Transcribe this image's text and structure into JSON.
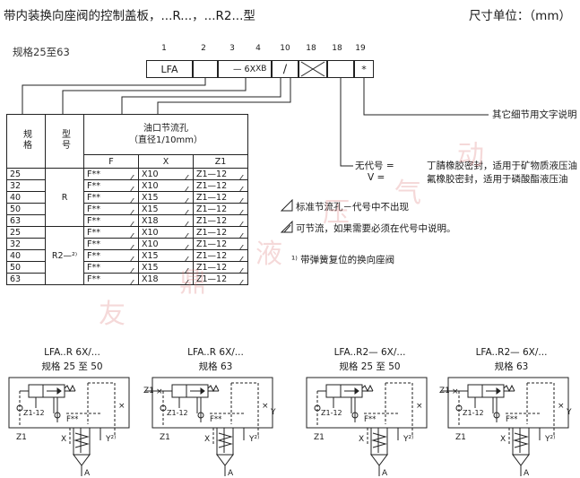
{
  "header": {
    "title": "带内装换向座阀的控制盖板，...R...，...R2...型",
    "unit": "尺寸单位：（mm）"
  },
  "size_label": "规格25至63",
  "code": {
    "numbers": [
      "1",
      "2",
      "3",
      "4",
      "10",
      "18",
      "18",
      "19"
    ],
    "boxes": [
      "LFA",
      "",
      "",
      "— 6X",
      "",
      "",
      "",
      "*"
    ]
  },
  "notes": {
    "further": "其它细节用文字说明",
    "seal_none_key": "无代号 =",
    "seal_none": "丁腈橡胶密封，适用于矿物质液压油",
    "seal_v_key": "V =",
    "seal_v": "氟橡胶密封，适用于磷酸酯液压油"
  },
  "table": {
    "h_size": "规格",
    "h_type": "型号",
    "h_orifice": "油口节流孔",
    "h_orifice_sub": "（直径1/10mm）",
    "cols": [
      "F",
      "X",
      "Z1"
    ],
    "rows": [
      [
        "25",
        "F**",
        "X10",
        "Z1—12"
      ],
      [
        "32",
        "F**",
        "X10",
        "Z1—12"
      ],
      [
        "40",
        "F**",
        "X15",
        "Z1—12"
      ],
      [
        "50",
        "F**",
        "X15",
        "Z1—12"
      ],
      [
        "63",
        "F**",
        "X18",
        "Z1—12"
      ],
      [
        "25",
        "F**",
        "X10",
        "Z1—12"
      ],
      [
        "32",
        "F**",
        "X10",
        "Z1—12"
      ],
      [
        "40",
        "F**",
        "X15",
        "Z1—12"
      ],
      [
        "50",
        "F**",
        "X15",
        "Z1—12"
      ],
      [
        "63",
        "F**",
        "X18",
        "Z1—12"
      ]
    ],
    "type_r": "R",
    "type_r2": "R2—²⁾"
  },
  "legend": {
    "standard": "标准节流孔－代号中不出现",
    "optional": "可节流，如果需要必须在代号中说明。",
    "spring": "¹⁾ 带弹簧复位的换向座阀"
  },
  "circuits": [
    {
      "t1": "LFA..R 6X/...",
      "t2": "规格 25 至 50",
      "z1": "Z1",
      "z112": "Z1-12",
      "f": "F**",
      "x": "X",
      "y": "Y²⁾",
      "a": "A",
      "left_z1": ""
    },
    {
      "t1": "LFA..R 6X/...",
      "t2": "规格 63",
      "z1": "Z1",
      "z112": "Z1-12",
      "f": "F**",
      "x": "X",
      "y": "Y",
      "y2": "Y²⁾",
      "a": "A",
      "left_z1": "Z1"
    },
    {
      "t1": "LFA..R2— 6X/...",
      "t2": "规格 25 至 50",
      "z1": "Z1",
      "z112": "Z1-12",
      "f": "F**",
      "x": "X",
      "y": "Y²⁾",
      "a": "A",
      "left_z1": ""
    },
    {
      "t1": "LFA..R2— 6X/...",
      "t2": "规格 63",
      "z1": "Z1",
      "z112": "Z1-12",
      "f": "F**",
      "x": "X",
      "y": "Y",
      "y2": "Y²⁾",
      "a": "A",
      "left_z1": "Z1"
    }
  ]
}
